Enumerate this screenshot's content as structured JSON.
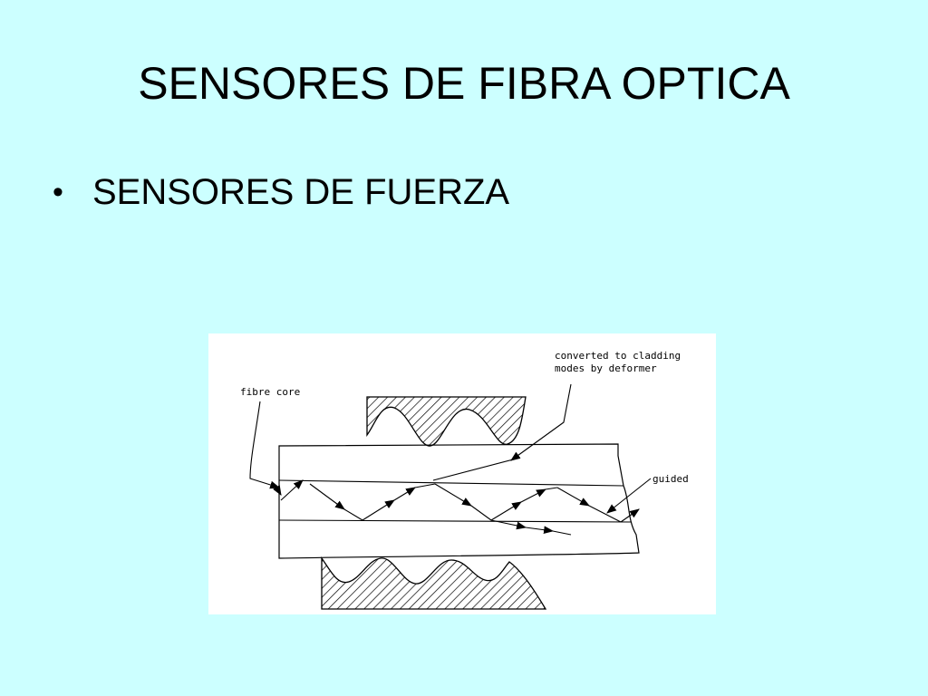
{
  "slide": {
    "title": "SENSORES DE FIBRA OPTICA",
    "bullets": [
      {
        "marker": "•",
        "text": "SENSORES DE FUERZA"
      }
    ]
  },
  "figure": {
    "labels": {
      "fibre_core": "fibre core",
      "converted_line1": "converted to cladding",
      "converted_line2": "modes by deformer",
      "guided": "guided"
    }
  }
}
